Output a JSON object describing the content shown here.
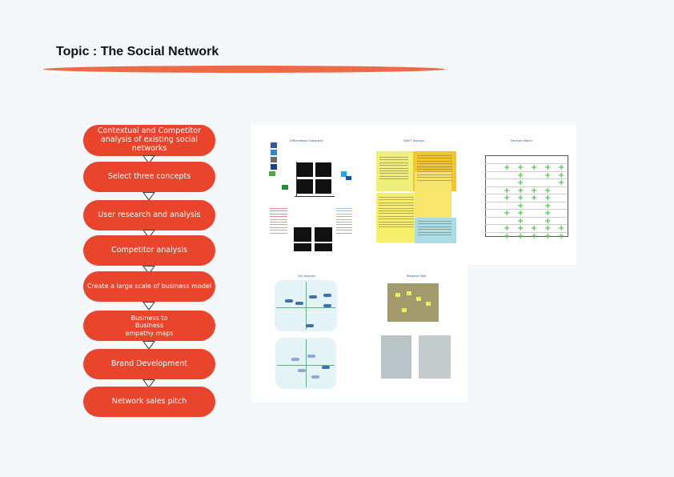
{
  "page": {
    "title": "Topic : The Social Network"
  },
  "flow": {
    "steps": [
      "Contextual and Competitor analysis of existing social networks",
      "Select three concepts",
      "User research and analysis",
      "Competitor analysis",
      "Create a large scale of business model",
      "Business to Business empathy maps",
      "Brand Development",
      "Network sales pitch"
    ]
  },
  "colors": {
    "accent": "#e8452c",
    "underline": "#ec6a45"
  },
  "thumbnails": {
    "p1": "Differentiate Quadrants",
    "p2": "SWOT Analysis",
    "p3": "Decision Matrix",
    "p4": "2x2 Analysis",
    "p5": "Research Wall"
  }
}
